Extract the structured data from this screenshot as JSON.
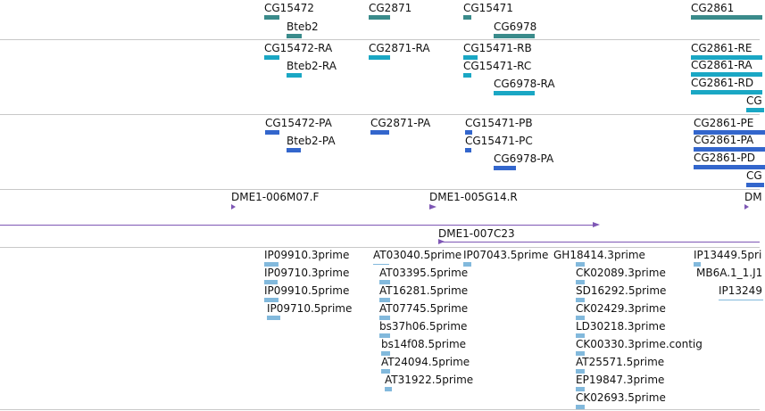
{
  "colors": {
    "gene": "#3a8b8b",
    "rna": "#1aa7c4",
    "protein": "#3366cc",
    "clone": "#7e57b5",
    "est": "#82b9dc",
    "separator": "#c8c8c8"
  },
  "tracks": {
    "genes": [
      "CG15472",
      "Bteb2",
      "CG2871",
      "CG15471",
      "CG6978",
      "CG2861"
    ],
    "transcripts": [
      "CG15472-RA",
      "Bteb2-RA",
      "CG2871-RA",
      "CG15471-RB",
      "CG15471-RC",
      "CG6978-RA",
      "CG2861-RE",
      "CG2861-RA",
      "CG2861-RD",
      "CG"
    ],
    "proteins": [
      "CG15472-PA",
      "Bteb2-PA",
      "CG2871-PA",
      "CG15471-PB",
      "CG15471-PC",
      "CG6978-PA",
      "CG2861-PE",
      "CG2861-PA",
      "CG2861-PD",
      "CG"
    ],
    "clone_ends": [
      "DME1-006M07.F",
      "DME1-005G14.R",
      "DM"
    ],
    "clones": [
      "DME1-007C23"
    ],
    "ests": [
      "IP09910.3prime",
      "IP09710.3prime",
      "IP09910.5prime",
      "IP09710.5prime",
      "AT03040.5prime",
      "AT03395.5prime",
      "AT16281.5prime",
      "AT07745.5prime",
      "bs37h06.5prime",
      "bs14f08.5prime",
      "AT24094.5prime",
      "AT31922.5prime",
      "IP07043.5prime",
      "GH18414.3prime",
      "CK02089.3prime",
      "SD16292.5prime",
      "CK02429.3prime",
      "LD30218.3prime",
      "CK00330.3prime.contig",
      "AT25571.5prime",
      "EP19847.3prime",
      "CK02693.5prime",
      "IP13449.5pri",
      "MB6A.1_1.J1",
      "IP13249"
    ]
  }
}
